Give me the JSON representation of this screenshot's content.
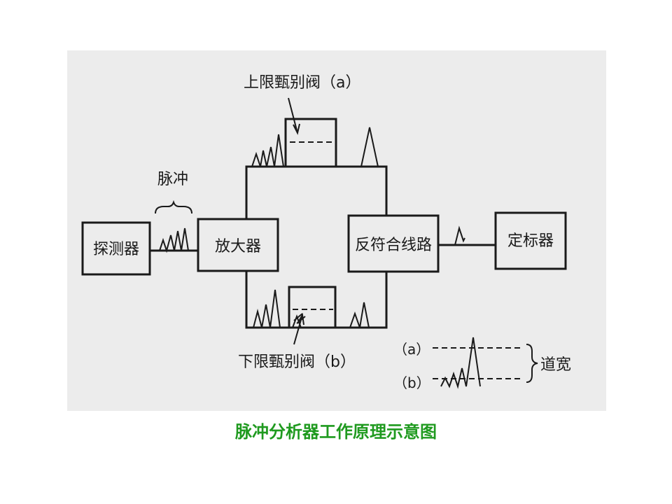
{
  "diagram": {
    "upper_discriminator_label": "上限甄别阀（a）",
    "lower_discriminator_label": "下限甄别阀（b）",
    "pulse_label": "脉冲",
    "detector_label": "探测器",
    "amplifier_label": "放大器",
    "coincidence_label": "反符合线路",
    "scaler_label": "定标器",
    "legend": {
      "a_label": "（a）",
      "b_label": "（b）",
      "channel_width_label": "道宽"
    }
  },
  "caption": "脉冲分析器工作原理示意图",
  "colors": {
    "caption": "#1f9a1f",
    "ink": "#1a1a1a",
    "panel": "#ececec"
  }
}
